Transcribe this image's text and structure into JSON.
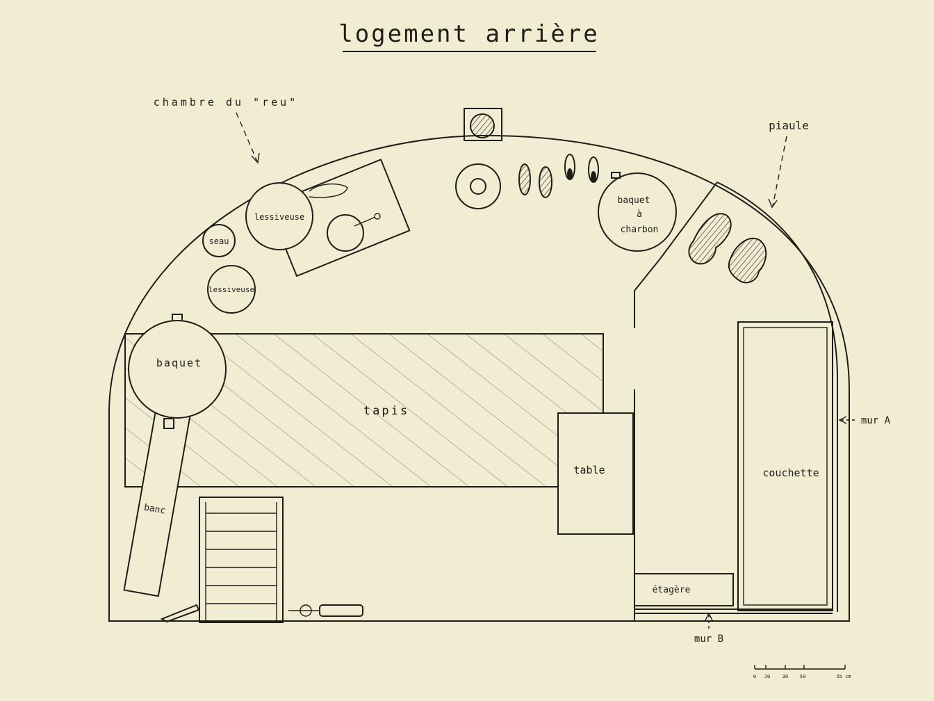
{
  "title": "logement arrière",
  "callouts": {
    "chambre_du_reu": "chambre du \"reu\"",
    "piaule": "piaule",
    "mur_a": "mur A",
    "mur_b": "mur B"
  },
  "labels": {
    "seau": "seau",
    "lessiveuse_1": "lessiveuse",
    "lessiveuse_2": "lessiveuse",
    "baquet": "baquet",
    "baquet_charbon_1": "baquet",
    "baquet_charbon_2": "à",
    "baquet_charbon_3": "charbon",
    "tapis": "tapis",
    "banc": "banc",
    "table": "table",
    "couchette": "couchette",
    "etagere": "étagère"
  },
  "scale": {
    "ticks": [
      "0",
      "10",
      "30",
      "50",
      "55 cm"
    ]
  },
  "colors": {
    "paper": "#f1edd3",
    "ink": "#1f1d18"
  }
}
